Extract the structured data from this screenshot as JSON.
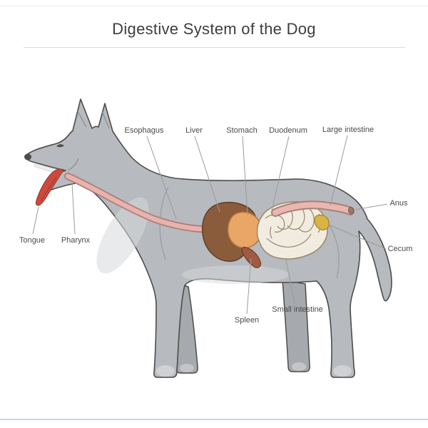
{
  "title": "Digestive System of the Dog",
  "labels": {
    "tongue": "Tongue",
    "pharynx": "Pharynx",
    "esophagus": "Esophagus",
    "liver": "Liver",
    "stomach": "Stomach",
    "duodenum": "Duodenum",
    "large_intestine": "Large intestine",
    "anus": "Anus",
    "cecum": "Cecum",
    "small_intestine": "Small intestine",
    "spleen": "Spleen"
  },
  "colors": {
    "body": "#b7babe",
    "body_shadow": "#a6a9ad",
    "body_light": "#d7d9db",
    "tongue": "#cb4a3d",
    "esophagus": "#e9b2ac",
    "liver": "#8a5c3c",
    "stomach": "#e9a667",
    "spleen": "#a05a40",
    "small_intestine": "#f1ecdf",
    "large_intestine": "#ebb6b0",
    "cecum": "#d9b445",
    "anus": "#9a7a70"
  }
}
